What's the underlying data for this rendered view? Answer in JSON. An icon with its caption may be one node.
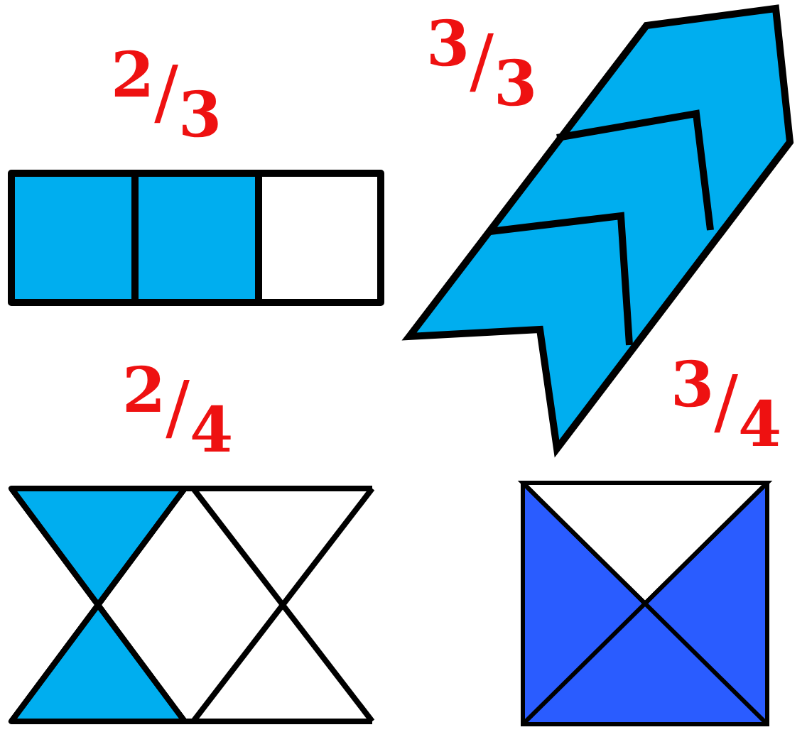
{
  "diagram": {
    "labels": [
      "2/3",
      "3/3",
      "2/4",
      "3/4"
    ]
  }
}
